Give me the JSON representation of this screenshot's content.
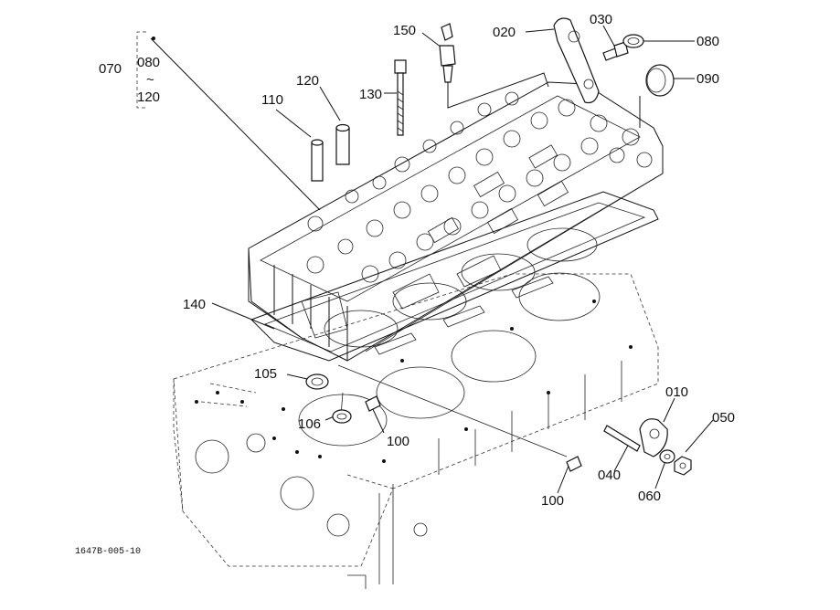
{
  "drawing_id": "1647B-005-10",
  "callouts": {
    "c070": "070",
    "c080_bracket": "080",
    "c_tilde": "~",
    "c120_bracket": "120",
    "c110": "110",
    "c120": "120",
    "c130": "130",
    "c150": "150",
    "c020": "020",
    "c030": "030",
    "c080": "080",
    "c090": "090",
    "c140": "140",
    "c105": "105",
    "c106": "106",
    "c100a": "100",
    "c100b": "100",
    "c010": "010",
    "c050": "050",
    "c040": "040",
    "c060": "060"
  }
}
